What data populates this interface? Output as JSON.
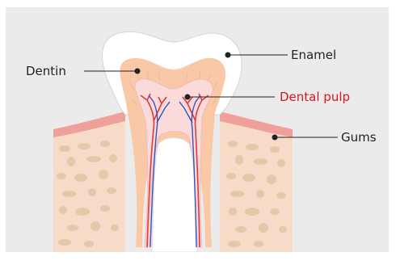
{
  "labels": {
    "dentin": "Dentin",
    "enamel": "Enamel",
    "pulp": "Dental pulp",
    "gums": "Gums"
  },
  "colors": {
    "panel": "#ebebeb",
    "enamel": "#ffffff",
    "dentin": "#f9c8a6",
    "pulp": "#fbdada",
    "gum_surface": "#efa09a",
    "bone": "#f6dcc8",
    "bone_spot": "#e7c7a9",
    "artery": "#e23a3a",
    "vein": "#3a52b8",
    "label_text": "#222222",
    "pulp_label": "#e0151b",
    "leader_line": "#222222"
  }
}
